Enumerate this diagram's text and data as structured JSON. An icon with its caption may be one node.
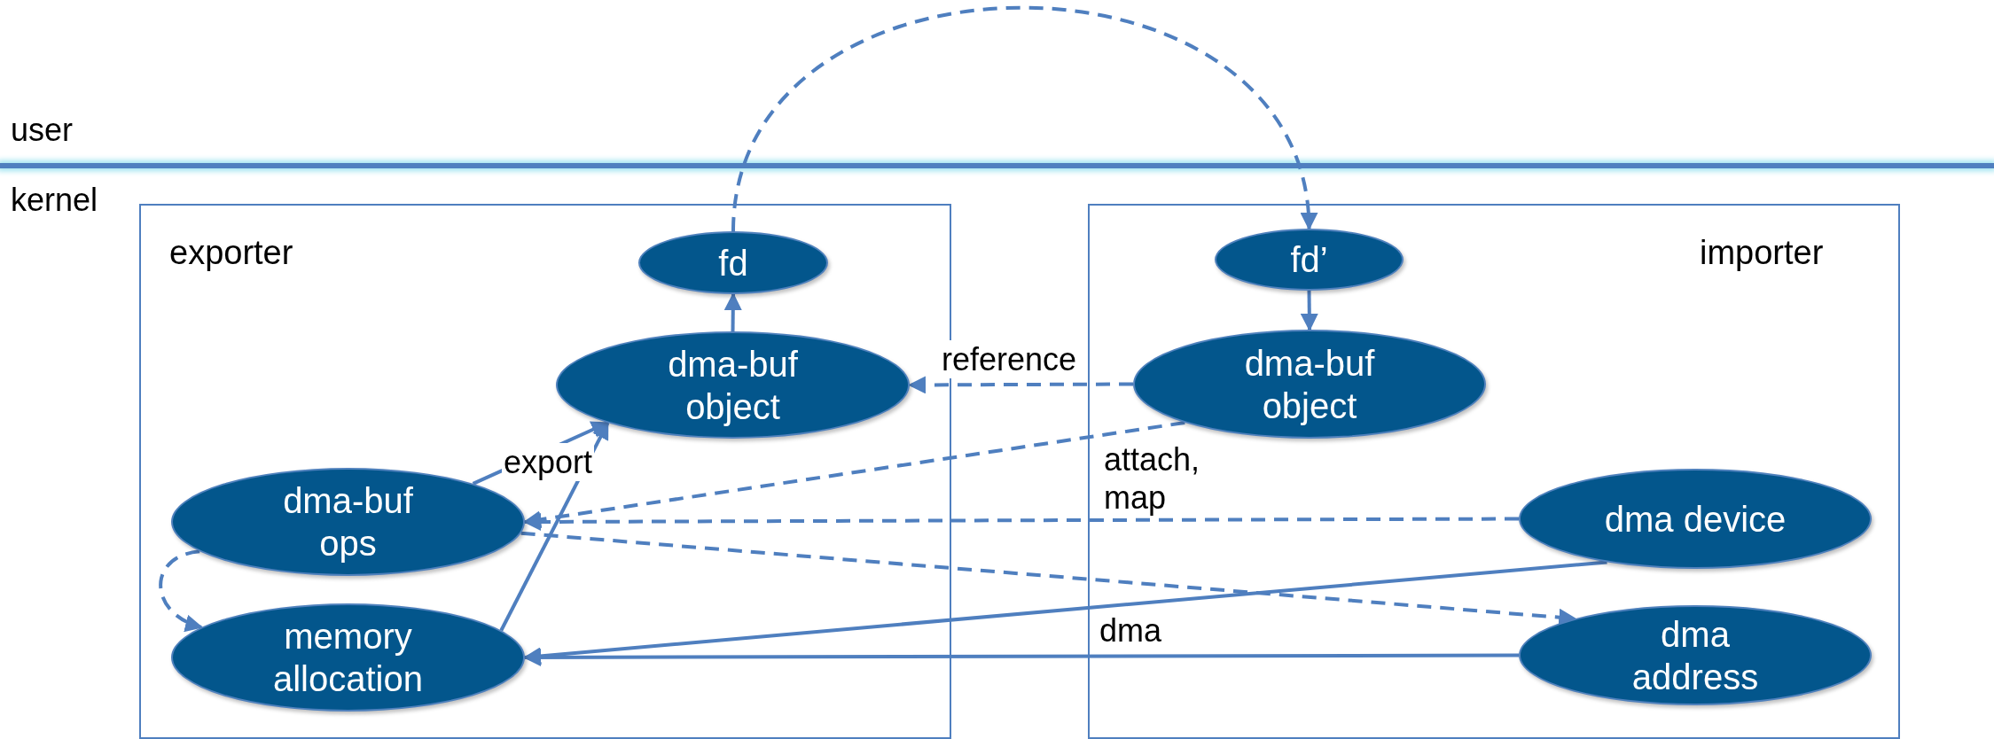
{
  "diagram": {
    "nodes": [
      {
        "text": [
          "exporter"
        ]
      },
      {
        "text": [
          "fd"
        ],
        "in": 0
      },
      {
        "text": [
          "dma-buf object"
        ],
        "in": 0
      },
      {
        "text": [
          "dma-buf ops"
        ],
        "in": 0
      },
      {
        "text": [
          "memory allocation"
        ],
        "in": 0
      },
      {
        "text": [
          "importer"
        ]
      },
      {
        "text": [
          "fd’"
        ],
        "in": 5
      },
      {
        "text": [
          "dma-buf object"
        ],
        "in": 5
      },
      {
        "text": [
          "dma device"
        ],
        "in": 5
      },
      {
        "text": [
          "dma address"
        ],
        "in": 5
      }
    ],
    "edges": [
      {
        "from": 1,
        "to": 6,
        "arrow": "to",
        "style": "dashed"
      },
      {
        "from": 2,
        "to": 1,
        "arrow": "to"
      },
      {
        "from": 6,
        "to": 7,
        "arrow": "to"
      },
      {
        "from": 7,
        "to": 2,
        "arrow": "to",
        "style": "dashed",
        "label": "reference"
      },
      {
        "from": 7,
        "to": 3,
        "arrow": "to",
        "style": "dashed",
        "label": "attach, map"
      },
      {
        "from": 8,
        "to": 3,
        "arrow": "to",
        "style": "dashed"
      },
      {
        "from": 3,
        "to": 9,
        "arrow": "to",
        "style": "dashed"
      },
      {
        "from": 3,
        "to": 2,
        "arrow": "to",
        "label": "export"
      },
      {
        "from": 4,
        "to": 2,
        "arrow": "to"
      },
      {
        "from": 3,
        "to": 4,
        "arrow": "to",
        "style": "dashed"
      },
      {
        "from": 8,
        "to": 4,
        "arrow": "to"
      },
      {
        "from": 9,
        "to": 4,
        "arrow": "to",
        "label": "dma"
      }
    ],
    "labels": [
      "user",
      "kernel"
    ]
  }
}
